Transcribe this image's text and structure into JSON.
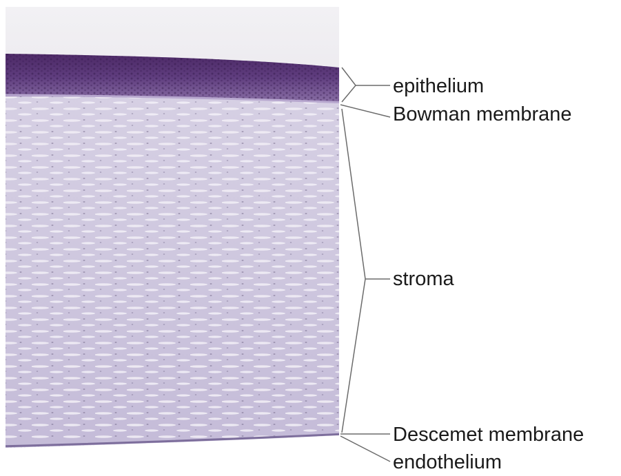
{
  "labels": {
    "epithelium": "epithelium",
    "bowman": "Bowman membrane",
    "stroma": "stroma",
    "descemet": "Descemet membrane",
    "endothelium": "endothelium"
  },
  "colors": {
    "epithelium": "#5e3a7a",
    "stroma": "#c9c1dc",
    "stroma_highlight": "#e9e5f1",
    "descemet": "#7d6e9c",
    "leader_line": "#6b6b6b"
  }
}
